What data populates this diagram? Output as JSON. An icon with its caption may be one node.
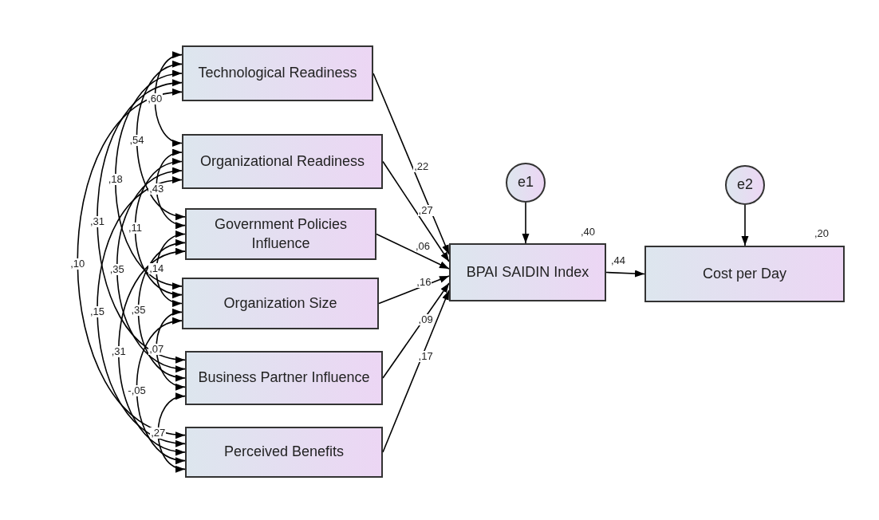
{
  "diagram": {
    "nodes": [
      {
        "text": [
          "Technological Readiness"
        ]
      },
      {
        "text": [
          "Organizational Readiness"
        ]
      },
      {
        "text": [
          "Government Policies Influence"
        ]
      },
      {
        "text": [
          "Organization Size"
        ]
      },
      {
        "text": [
          "Business Partner Influence"
        ]
      },
      {
        "text": [
          "Perceived Benefits"
        ]
      },
      {
        "text": [
          "e1"
        ]
      },
      {
        "text": [
          "BPAI SAIDIN Index"
        ],
        "beside": [
          ",40"
        ]
      },
      {
        "text": [
          "e2"
        ]
      },
      {
        "text": [
          "Cost per Day"
        ],
        "beside": [
          ",20"
        ]
      }
    ],
    "edges": [
      {
        "from": 0,
        "to": 1,
        "arrow": "both",
        "label": ",60"
      },
      {
        "from": 1,
        "to": 2,
        "arrow": "both",
        "label": ",43"
      },
      {
        "from": 2,
        "to": 3,
        "arrow": "both",
        "label": ",14"
      },
      {
        "from": 3,
        "to": 4,
        "arrow": "both",
        "label": ",07"
      },
      {
        "from": 4,
        "to": 5,
        "arrow": "both",
        "label": ",27"
      },
      {
        "from": 0,
        "to": 2,
        "arrow": "both",
        "label": ",54"
      },
      {
        "from": 1,
        "to": 3,
        "arrow": "both",
        "label": ",11"
      },
      {
        "from": 2,
        "to": 4,
        "arrow": "both",
        "label": ",35"
      },
      {
        "from": 3,
        "to": 5,
        "arrow": "both",
        "label": "-,05"
      },
      {
        "from": 0,
        "to": 3,
        "arrow": "both",
        "label": ",18"
      },
      {
        "from": 1,
        "to": 4,
        "arrow": "both",
        "label": ",35"
      },
      {
        "from": 2,
        "to": 5,
        "arrow": "both",
        "label": ",31"
      },
      {
        "from": 0,
        "to": 4,
        "arrow": "both",
        "label": ",31"
      },
      {
        "from": 1,
        "to": 5,
        "arrow": "both",
        "label": ",15"
      },
      {
        "from": 0,
        "to": 5,
        "arrow": "both",
        "label": ",10"
      },
      {
        "from": 0,
        "to": 7,
        "arrow": "to",
        "label": ",22"
      },
      {
        "from": 1,
        "to": 7,
        "arrow": "to",
        "label": ",27"
      },
      {
        "from": 2,
        "to": 7,
        "arrow": "to",
        "label": ",06"
      },
      {
        "from": 3,
        "to": 7,
        "arrow": "to",
        "label": ",16"
      },
      {
        "from": 4,
        "to": 7,
        "arrow": "to",
        "label": ",09"
      },
      {
        "from": 5,
        "to": 7,
        "arrow": "to",
        "label": ",17"
      },
      {
        "from": 6,
        "to": 7,
        "arrow": "to"
      },
      {
        "from": 7,
        "to": 9,
        "arrow": "to",
        "label": ",44"
      },
      {
        "from": 8,
        "to": 9,
        "arrow": "to"
      }
    ]
  }
}
